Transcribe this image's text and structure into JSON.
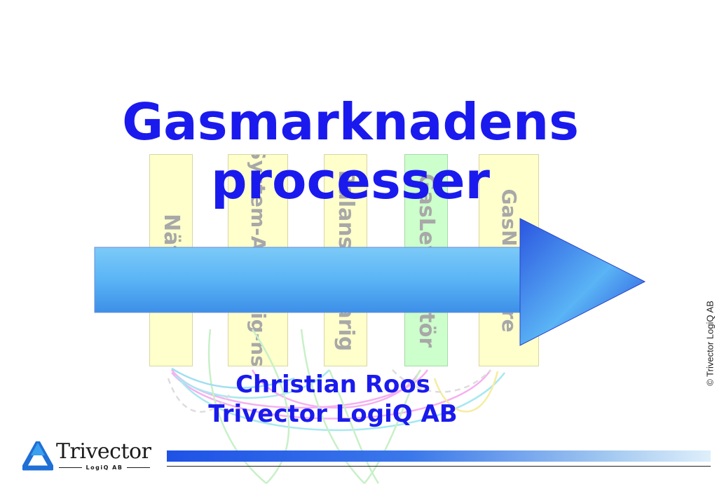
{
  "slide": {
    "title_line1": "Gasmarknadens",
    "title_line2": "processer",
    "presenter_name": "Christian Roos",
    "presenter_company": "Trivector LogiQ AB",
    "copyright": "© Trivector LogiQ AB"
  },
  "background_roles": [
    {
      "text": "Nät",
      "color": "#ffffcc"
    },
    {
      "text": "System-Ansvarig-ns-",
      "color": "#ffffcc"
    },
    {
      "text": "Balansansvarig",
      "color": "#ffffcc"
    },
    {
      "text": "GasLeverantör",
      "color": "#ccffcc"
    },
    {
      "text": "GasNätägare",
      "color": "#ffffcc"
    }
  ],
  "logo": {
    "name": "Trivector",
    "sub": "LogiQ AB",
    "icon": "triangle-logo-icon"
  },
  "decorations": {
    "arrow_icon": "big-arrow-right-icon",
    "arrow_color": "#5ab4f5",
    "footer_bar_colors": [
      "#1e52e6",
      "#dfeffb"
    ]
  }
}
